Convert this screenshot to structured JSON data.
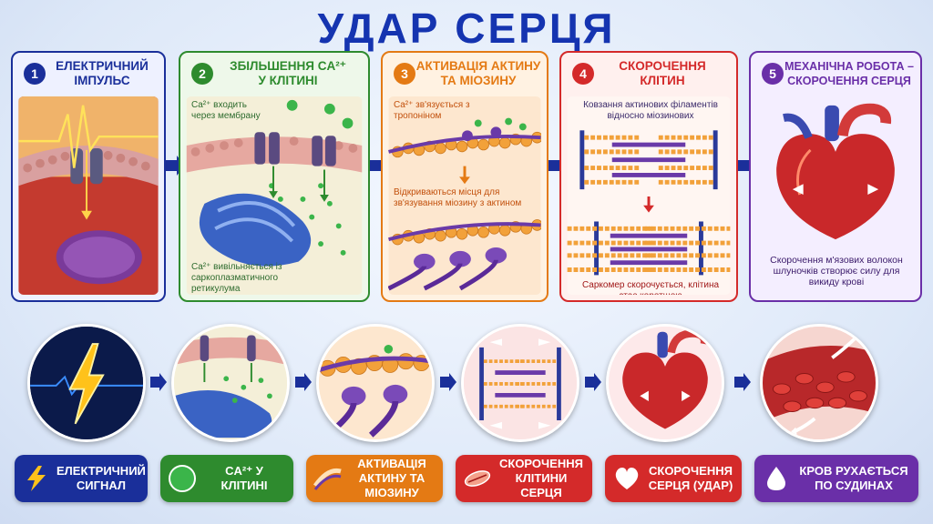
{
  "title": "УДАР СЕРЦЯ",
  "colors": {
    "title": "#1534b0",
    "step1": "#1a2f9a",
    "step2": "#2e8b2e",
    "step3": "#e47a14",
    "step4": "#d42a2a",
    "step5": "#6a2fa8"
  },
  "panels": [
    {
      "num": "1",
      "line1": "Електричний",
      "line2": "імпульс"
    },
    {
      "num": "2",
      "line1": "Збільшення Ca²⁺",
      "line2": "у клітині",
      "labels": {
        "enter": "Ca²⁺ входить через мембрану",
        "release": "Ca²⁺ вивільняється із саркоплазматичного ретикулума"
      }
    },
    {
      "num": "3",
      "line1": "Активація актину",
      "line2": "та міозину",
      "labels": {
        "bind": "Ca²⁺ зв'язується з тропоніном",
        "open": "Відкриваються місця для зв'язування міозину з актином"
      }
    },
    {
      "num": "4",
      "line1": "Скорочення",
      "line2": "клітин",
      "labels": {
        "slide": "Ковзання актинових філаментів відносно міозинових",
        "shorten": "Саркомер скорочується, клітина стає коротшою"
      }
    },
    {
      "num": "5",
      "line1": "Механічна робота –",
      "line2": "скорочення серця",
      "labels": {
        "force": "Скорочення м'язових волокон шлуночків створює силу для викиду крові"
      }
    }
  ],
  "pills": [
    {
      "line1": "Електричний",
      "line2": "сигнал",
      "icon": "lightning-icon"
    },
    {
      "line1": "Ca²⁺ у клітині",
      "line2": "",
      "icon": "calcium-icon"
    },
    {
      "line1": "Активація",
      "line2": "актину та міозину",
      "icon": "filament-icon"
    },
    {
      "line1": "Скорочення",
      "line2": "клітини серця",
      "icon": "muscle-cell-icon"
    },
    {
      "line1": "Скорочення",
      "line2": "серця (удар)",
      "icon": "heart-icon"
    },
    {
      "line1": "Кров рухається",
      "line2": "по судинах",
      "icon": "blood-drop-icon"
    }
  ],
  "ca_label": "Ca²⁺"
}
